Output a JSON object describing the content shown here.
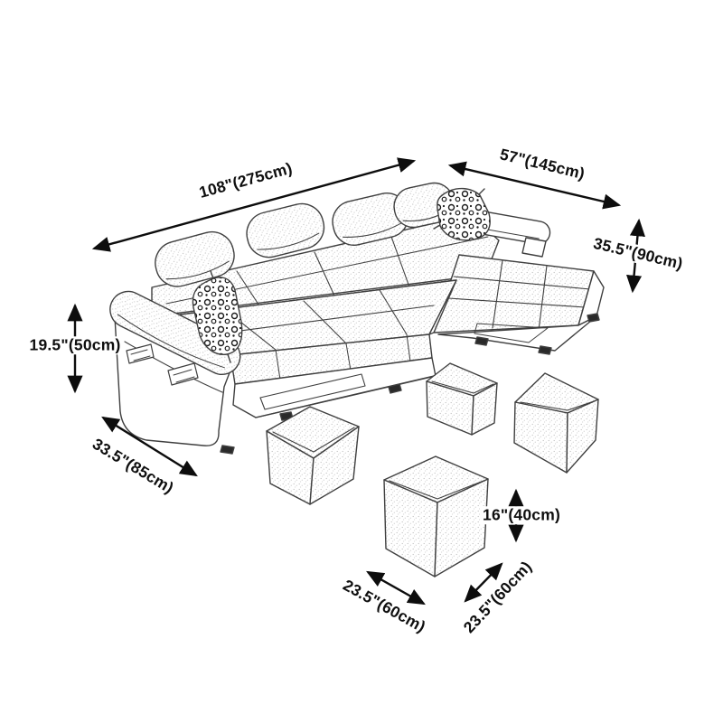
{
  "diagram": {
    "type": "product-dimension-diagram",
    "subject": "L-shaped sectional sofa with chaise and four cube ottomans",
    "background": "#ffffff",
    "line_color": "#3f3f3f",
    "arrow_color": "#0d0d0d",
    "text_color": "#0f0f0f"
  },
  "dims": {
    "sofa_length": "108\"(275cm)",
    "chaise_depth": "57\"(145cm)",
    "back_height": "35.5\"(90cm)",
    "arm_height": "19.5\"(50cm)",
    "seat_depth": "33.5\"(85cm)",
    "ottoman_height": "16\"(40cm)",
    "ottoman_width": "23.5\"(60cm)",
    "ottoman_depth": "23.5\"(60cm)"
  }
}
